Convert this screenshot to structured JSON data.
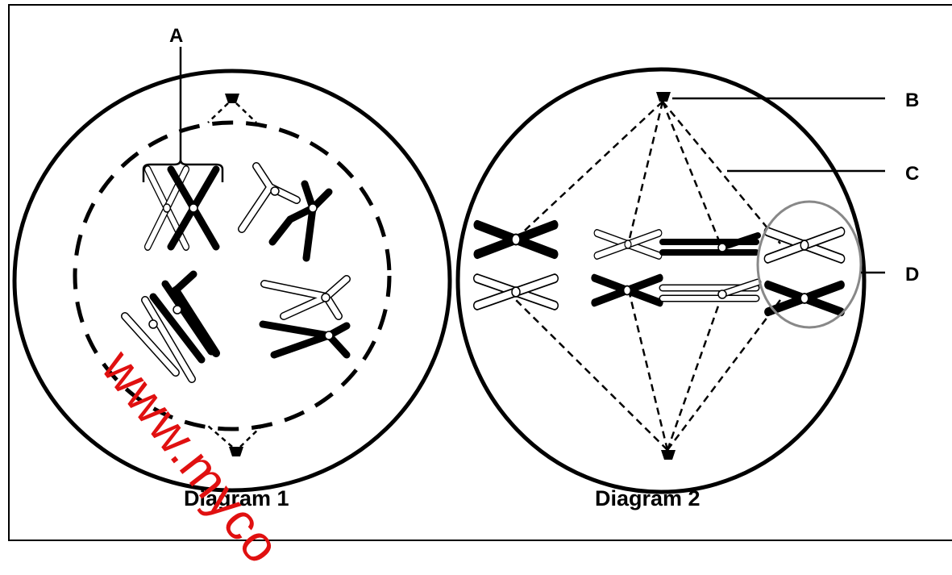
{
  "labels": {
    "a": "A",
    "b": "B",
    "c": "C",
    "d": "D"
  },
  "captions": {
    "diagram1": "Diagram 1",
    "diagram2": "Diagram 2"
  },
  "watermark": "www.myco",
  "colors": {
    "ink": "#000000",
    "highlight_circle": "#888888",
    "watermark": "#e01010"
  }
}
